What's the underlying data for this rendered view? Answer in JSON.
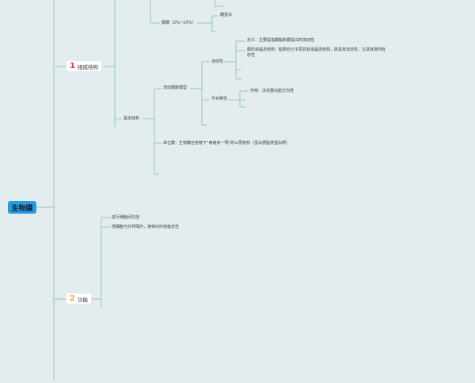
{
  "colors": {
    "background": "#e3ecef",
    "connector": "#94c7bb",
    "root": "#2a9ae0",
    "num1": "#e03a3a",
    "num2": "#f2b233"
  },
  "root": {
    "label": "生物膜"
  },
  "branches": [
    {
      "number": "1",
      "label": "组成结构",
      "children": {
        "thin": {
          "label": "膜糖（2%~10%）",
          "children": [
            "糖蛋白"
          ]
        },
        "basic": {
          "label": "基本结构",
          "fluid": {
            "label": "流动镶嵌模型",
            "fluidity": {
              "label": "流动性",
              "items": [
                "定义：主要是指膜脂和膜蛋白的流动性",
                "膜的液晶态结构：脂类双分子层具有液晶态结构，即具有流动性，又具有排列有",
                "序性"
              ]
            },
            "asymmetry": {
              "label": "不对称性",
              "items": [
                "作用：决定膜功能方向性"
              ]
            }
          },
          "unit_membrane": "单位膜：生物膜在电镜下“两暗夹一明”的三层结构（蛋白质脂类蛋白质）"
        }
      }
    },
    {
      "number": "2",
      "label": "功能",
      "items": [
        "进行细胞间交流",
        "把细胞与外界隔开，使得内环境稳定性"
      ]
    }
  ]
}
